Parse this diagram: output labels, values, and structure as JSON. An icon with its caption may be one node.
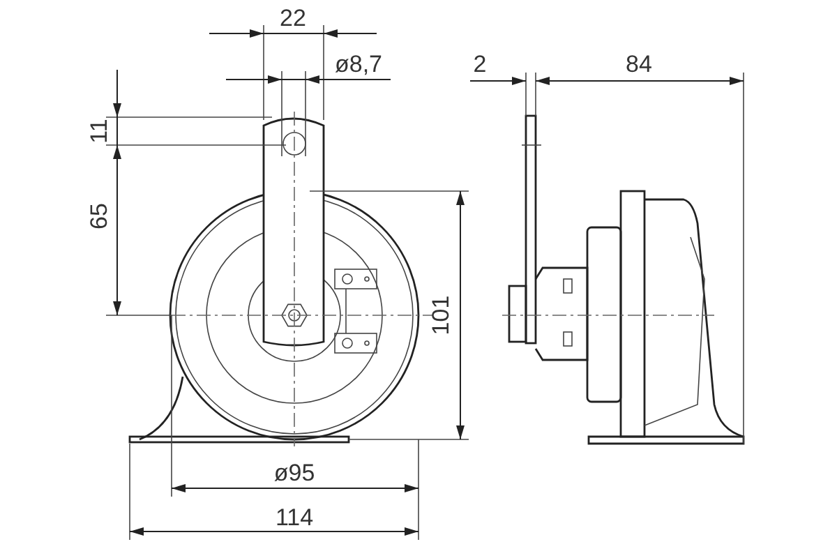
{
  "diagram": {
    "labels": [
      "22",
      "ø8,7",
      "2",
      "84",
      "11",
      "65",
      "101",
      "ø95",
      "114"
    ]
  }
}
